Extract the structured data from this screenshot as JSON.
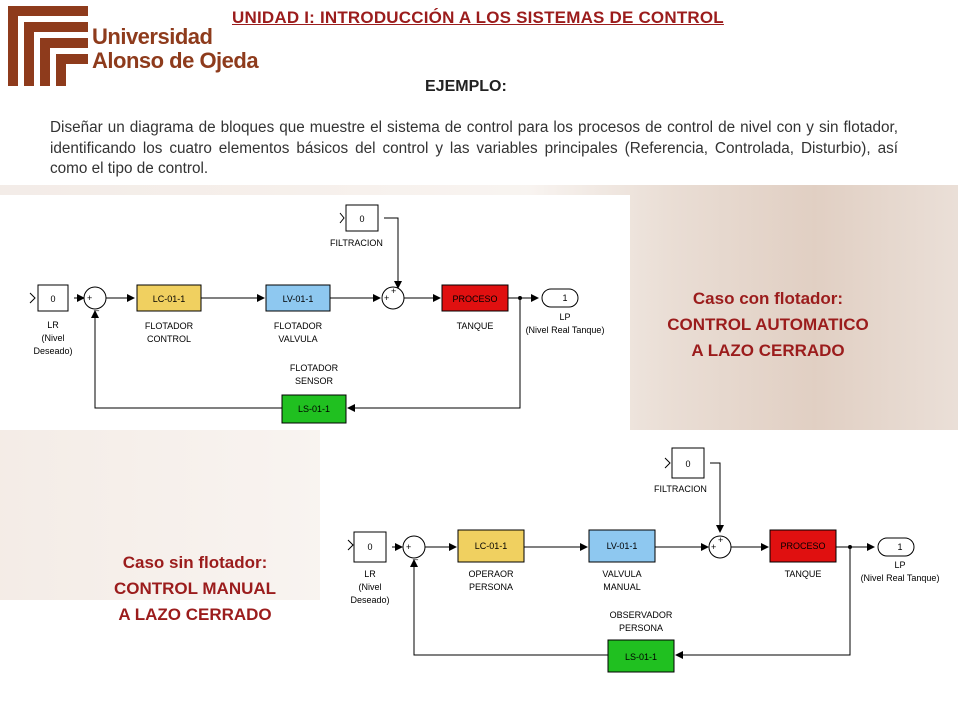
{
  "header": {
    "title": "UNIDAD I: INTRODUCCIÓN A LOS SISTEMAS DE CONTROL",
    "logo_line1": "Universidad",
    "logo_line2": "Alonso de Ojeda"
  },
  "example_label": "EJEMPLO:",
  "description": "Diseñar un diagrama de bloques que muestre el sistema de control para los procesos de control de nivel con y sin flotador, identificando los cuatro elementos básicos del control y las variables principales (Referencia, Controlada, Disturbio), así como el tipo de control.",
  "colors": {
    "title_red": "#9b1c1c",
    "controller_yellow": "#f0d060",
    "valve_blue": "#8ec8f0",
    "process_red": "#e01010",
    "sensor_green": "#20c020",
    "logo_brown": "#8e3b1c"
  },
  "case1": {
    "caption": [
      "Caso con flotador:",
      "CONTROL AUTOMATICO",
      "A LAZO CERRADO"
    ],
    "filtration": {
      "value": "0",
      "label": "FILTRACION"
    },
    "reference": {
      "value": "0",
      "label": [
        "LR",
        "(Nivel",
        "Deseado)"
      ]
    },
    "sum1_signs": [
      "+",
      "_"
    ],
    "controller": {
      "block": "LC-01-1",
      "label": [
        "FLOTADOR",
        "CONTROL"
      ]
    },
    "valve": {
      "block": "LV-01-1",
      "label": [
        "FLOTADOR",
        "VALVULA"
      ]
    },
    "sum2_signs": [
      "+",
      "+"
    ],
    "process": {
      "block": "PROCESO",
      "label": "TANQUE"
    },
    "output": {
      "value": "1",
      "label": [
        "LP",
        "(Nivel Real Tanque)"
      ]
    },
    "sensor": {
      "block": "LS-01-1",
      "label": [
        "FLOTADOR",
        "SENSOR"
      ]
    }
  },
  "case2": {
    "caption": [
      "Caso sin flotador:",
      "CONTROL MANUAL",
      "A LAZO CERRADO"
    ],
    "filtration": {
      "value": "0",
      "label": "FILTRACION"
    },
    "reference": {
      "value": "0",
      "label": [
        "LR",
        "(Nivel",
        "Deseado)"
      ]
    },
    "sum1_signs": [
      "+",
      "_"
    ],
    "controller": {
      "block": "LC-01-1",
      "label": [
        "OPERAOR",
        "PERSONA"
      ]
    },
    "valve": {
      "block": "LV-01-1",
      "label": [
        "VALVULA",
        "MANUAL"
      ]
    },
    "sum2_signs": [
      "+",
      "+"
    ],
    "process": {
      "block": "PROCESO",
      "label": "TANQUE"
    },
    "output": {
      "value": "1",
      "label": [
        "LP",
        "(Nivel Real Tanque)"
      ]
    },
    "sensor": {
      "block": "LS-01-1",
      "label": [
        "OBSERVADOR",
        "PERSONA"
      ]
    }
  }
}
